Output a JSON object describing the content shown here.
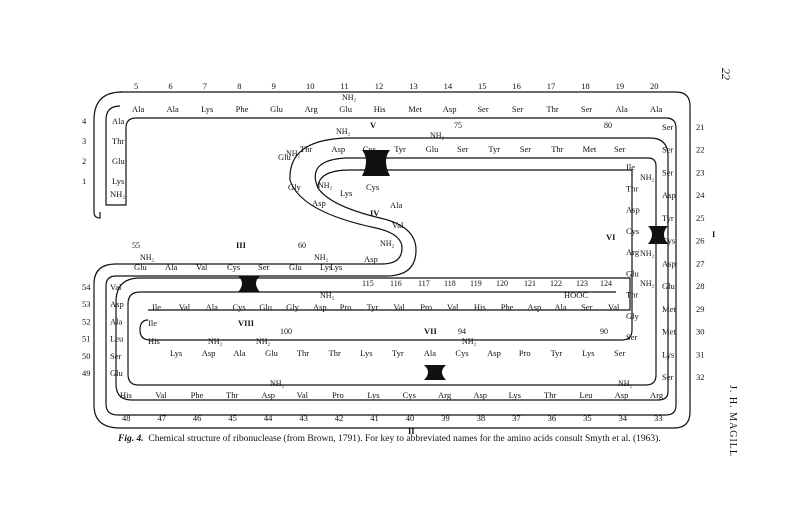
{
  "page": {
    "number": "22",
    "running_head": "J. H. MAGILL"
  },
  "figure": {
    "caption_label": "Fig. 4.",
    "caption_text": "Chemical structure of ribonuclease (from Brown, 1791). For key to abbreviated names for the amino acids consult Smyth et al. (1963)."
  },
  "ruler": {
    "top": [
      "5",
      "6",
      "7",
      "8",
      "9",
      "10",
      "11",
      "12",
      "13",
      "14",
      "15",
      "16",
      "17",
      "18",
      "19",
      "20"
    ],
    "bottom": [
      "48",
      "47",
      "46",
      "45",
      "44",
      "43",
      "42",
      "41",
      "40",
      "39",
      "38",
      "37",
      "36",
      "35",
      "34",
      "33"
    ],
    "bottom_roman": "II",
    "left": [
      "4",
      "3",
      "2",
      "1"
    ],
    "left_lower": [
      "54",
      "53",
      "52",
      "51",
      "50",
      "49"
    ],
    "right": [
      "21",
      "22",
      "23",
      "24",
      "25",
      "26",
      "27",
      "28",
      "29",
      "30",
      "31",
      "32"
    ],
    "right_roman": "I"
  },
  "sequence": {
    "top_row": [
      "Ala",
      "Ala",
      "Lys",
      "Phe",
      "Glu",
      "Arg",
      "Glu",
      "His",
      "Met",
      "Asp",
      "Ser",
      "Ser",
      "Thr",
      "Ser",
      "Ala",
      "Ala"
    ],
    "left_start": [
      "Ala",
      "Thr",
      "Glu",
      "Lys"
    ],
    "start_group": "NH₂",
    "right_col": [
      "Ser",
      "Ser",
      "Ser",
      "Asp",
      "Tyr",
      "Cys",
      "Asp",
      "Glu",
      "Met",
      "Met",
      "Lys",
      "Ser"
    ],
    "bottom_row": [
      "His",
      "Val",
      "Phe",
      "Thr",
      "Asp",
      "Val",
      "Pro",
      "Lys",
      "Cys",
      "Arg",
      "Asp",
      "Lys",
      "Thr",
      "Leu",
      "Asp",
      "Arg"
    ],
    "left_col": [
      "Val",
      "Asp",
      "Ala",
      "Leu",
      "Ser",
      "Glu"
    ],
    "row2": [
      "Thr",
      "Asp",
      "Cys",
      "Tyr",
      "Glu",
      "Ser",
      "Tyr",
      "Ser",
      "Thr",
      "Met",
      "Ser"
    ],
    "row2_left": [
      "Glu",
      "Gly",
      "Asp",
      "Lys",
      "Cys",
      "Ala",
      "Val",
      "Asp",
      "Lys"
    ],
    "row3": [
      "Glu",
      "Ala",
      "Val",
      "Cys",
      "Ser",
      "Glu",
      "Lys"
    ],
    "row4": [
      "Ile",
      "Val",
      "Ala",
      "Cys",
      "Glu",
      "Gly",
      "Asp",
      "Pro",
      "Tyr",
      "Val",
      "Pro",
      "Val",
      "His",
      "Phe",
      "Asp",
      "Ala",
      "Ser",
      "Val"
    ],
    "row5": [
      "Lys",
      "Asp",
      "Ala",
      "Glu",
      "Thr",
      "Thr",
      "Lys",
      "Tyr",
      "Ala",
      "Cys",
      "Asp",
      "Pro",
      "Tyr",
      "Lys",
      "Ser"
    ],
    "inner_right": [
      "Ile",
      "Thr",
      "Asp",
      "Cys",
      "Arg",
      "Glu",
      "Thr",
      "Gly",
      "Ser"
    ],
    "inner_left": [
      "Ile",
      "His"
    ],
    "amide": "NH₂",
    "cooh": "HOOC",
    "numbers": [
      "55",
      "60",
      "75",
      "80",
      "90",
      "94",
      "100",
      "115",
      "116",
      "117",
      "118",
      "119",
      "120",
      "121",
      "122",
      "123",
      "124"
    ],
    "romans": [
      "III",
      "IV",
      "V",
      "VI",
      "VII",
      "VIII"
    ]
  },
  "colors": {
    "ink": "#111111",
    "paper": "#ffffff"
  }
}
